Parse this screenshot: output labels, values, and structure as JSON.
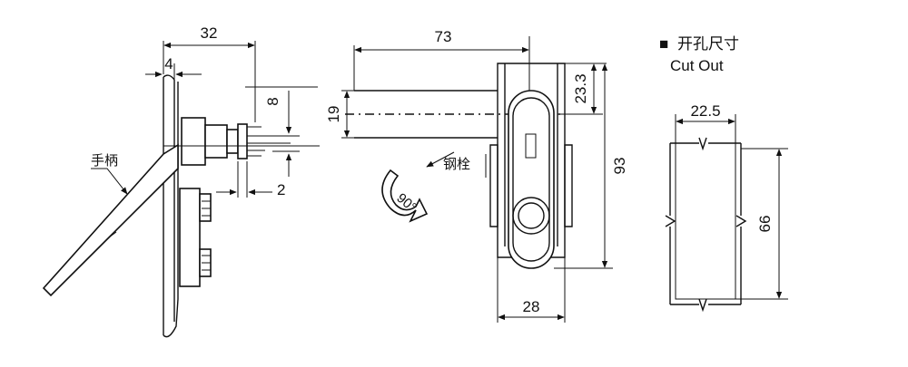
{
  "side_view": {
    "dim_32": "32",
    "dim_4": "4",
    "dim_8": "8",
    "dim_2": "2",
    "handle_label": "手柄"
  },
  "front_view": {
    "dim_73": "73",
    "dim_19": "19",
    "dim_23_3": "23.3",
    "dim_93": "93",
    "dim_28": "28",
    "bolt_label": "钢栓",
    "rotation_label": "90°"
  },
  "cutout": {
    "marker": "■",
    "title_cn": "开孔尺寸",
    "title_en": "Cut Out",
    "dim_22_5": "22.5",
    "dim_66": "66"
  }
}
